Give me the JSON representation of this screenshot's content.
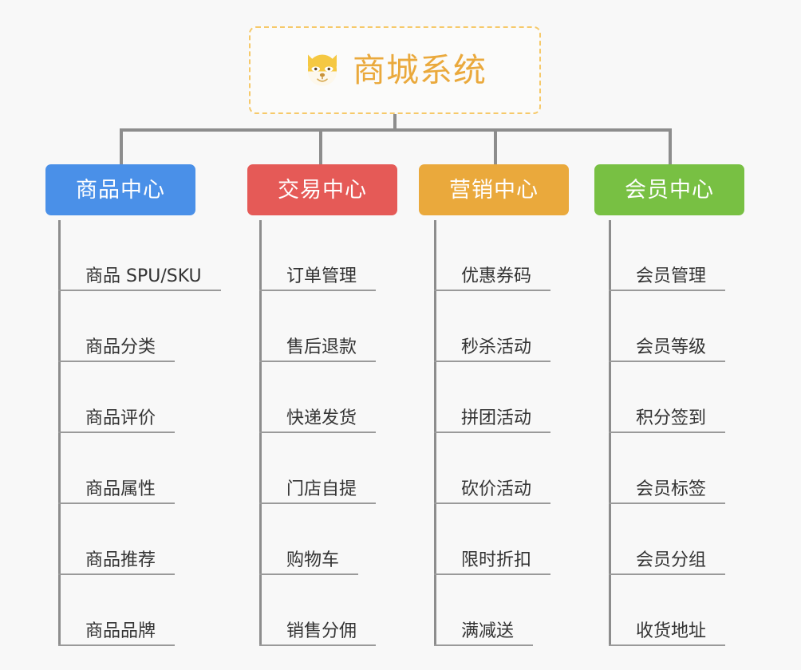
{
  "root": {
    "title": "商城系统",
    "icon": "shiba-dog-face-icon",
    "border_color": "#f6c96a",
    "text_color": "#eaa93c",
    "background": "#fbfbfa"
  },
  "canvas": {
    "background": "#f8f8f8",
    "connector_color": "#8d8d8d",
    "leaf_line_color": "#9a9a9a",
    "leaf_text_color": "#333333"
  },
  "columns": [
    {
      "header": "商品中心",
      "color": "#4a90e8",
      "items": [
        "商品 SPU/SKU",
        "商品分类",
        "商品评价",
        "商品属性",
        "商品推荐",
        "商品品牌"
      ]
    },
    {
      "header": "交易中心",
      "color": "#e55a57",
      "items": [
        "订单管理",
        "售后退款",
        "快递发货",
        "门店自提",
        "购物车",
        "销售分佣"
      ]
    },
    {
      "header": "营销中心",
      "color": "#eaa93c",
      "items": [
        "优惠券码",
        "秒杀活动",
        "拼团活动",
        "砍价活动",
        "限时折扣",
        "满减送"
      ]
    },
    {
      "header": "会员中心",
      "color": "#78c043",
      "items": [
        "会员管理",
        "会员等级",
        "积分签到",
        "会员标签",
        "会员分组",
        "收货地址"
      ]
    }
  ]
}
